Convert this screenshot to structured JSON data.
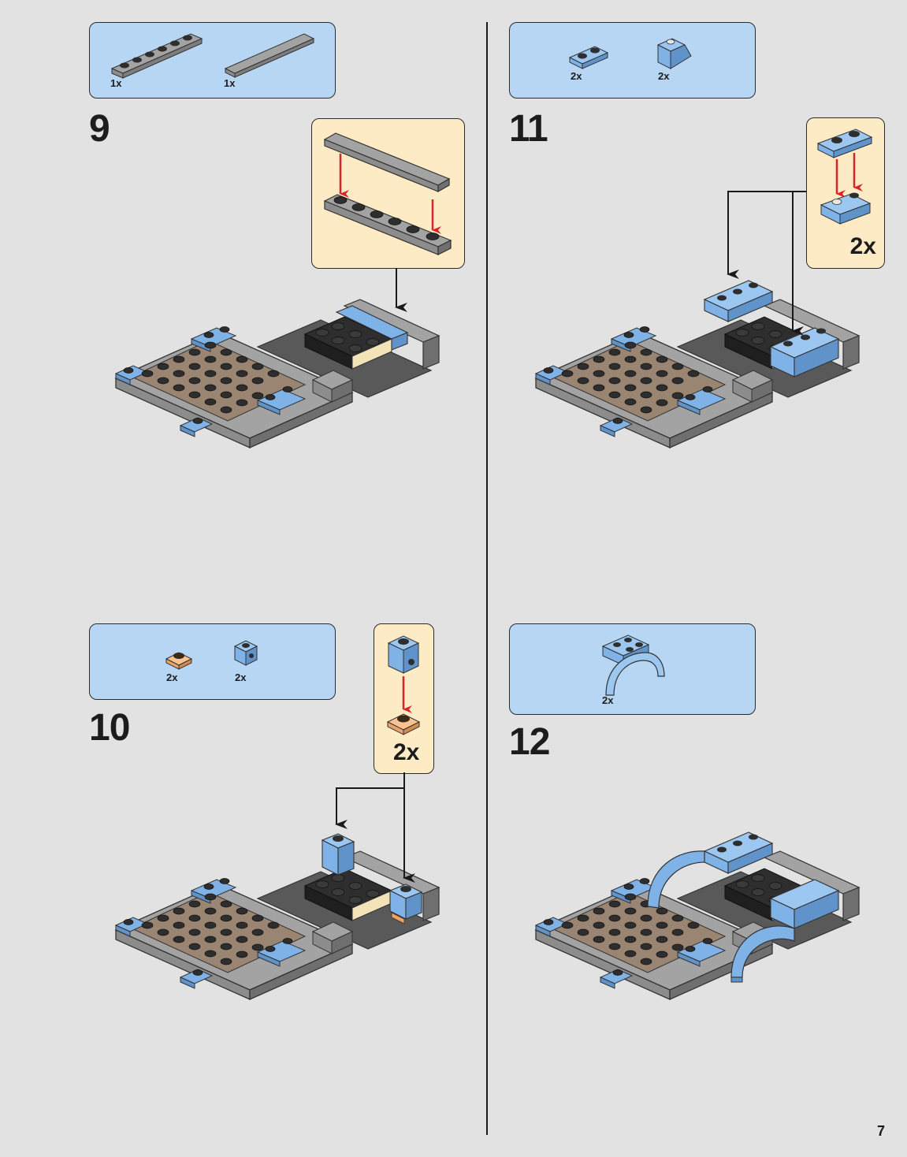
{
  "page_number": "7",
  "colors": {
    "page_bg": "#e2e2e2",
    "parts_box": "#b7d6f3",
    "subassembly_box": "#fcebc5",
    "brick_blue": "#7fb2e6",
    "brick_tan": "#9a8572",
    "brick_black": "#2e2e2e",
    "brick_grey": "#a3a3a3",
    "arrow_red": "#d9242a"
  },
  "steps": [
    {
      "number": "9",
      "parts": [
        {
          "icon": "grey-plate-1x6-icon",
          "qty": "1x"
        },
        {
          "icon": "grey-tile-1x8-icon",
          "qty": "1x"
        }
      ],
      "subassembly": {
        "qty": ""
      }
    },
    {
      "number": "10",
      "parts": [
        {
          "icon": "orange-round-plate-icon",
          "qty": "2x"
        },
        {
          "icon": "blue-brick-with-stud-icon",
          "qty": "2x"
        }
      ],
      "subassembly": {
        "qty": "2x"
      }
    },
    {
      "number": "11",
      "parts": [
        {
          "icon": "blue-plate-1x2-icon",
          "qty": "2x"
        },
        {
          "icon": "blue-slope-icon",
          "qty": "2x"
        }
      ],
      "subassembly": {
        "qty": "2x"
      }
    },
    {
      "number": "12",
      "parts": [
        {
          "icon": "blue-wheel-arch-icon",
          "qty": "2x"
        }
      ]
    }
  ]
}
